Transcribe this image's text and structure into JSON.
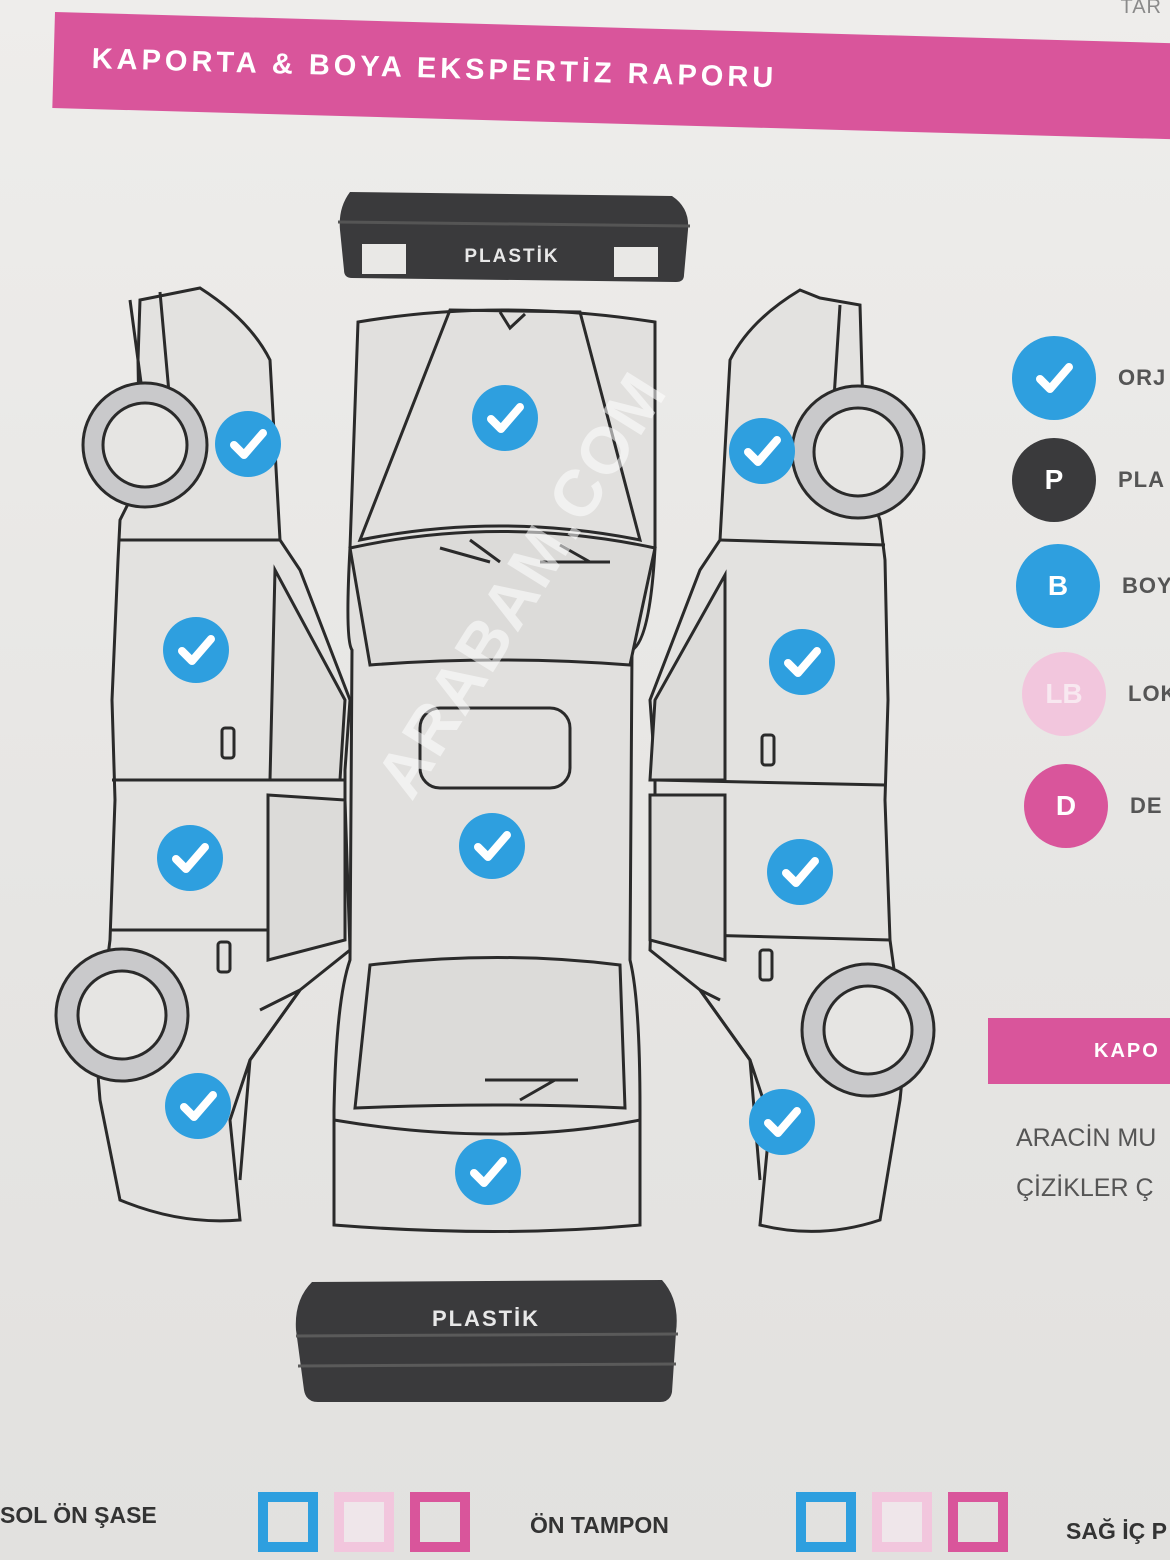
{
  "header": {
    "title": "KAPORTA & BOYA EKSPERTİZ RAPORU",
    "corner_fragment": "TAR"
  },
  "bumpers": {
    "rear_label": "PLASTİK",
    "front_label": "PLASTİK"
  },
  "legend": [
    {
      "symbol": "check",
      "label": "ORJ",
      "color": "#2e9fdf",
      "icon": "check-icon"
    },
    {
      "symbol": "P",
      "label": "PLA",
      "color": "#3a3a3c"
    },
    {
      "symbol": "B",
      "label": "BOY",
      "color": "#2e9fdf"
    },
    {
      "symbol": "LB",
      "label": "LOK",
      "color": "#f2c6dd"
    },
    {
      "symbol": "D",
      "label": "DE",
      "color": "#d9559b"
    }
  ],
  "panels": [
    {
      "name": "left-rear-fender",
      "status": "check"
    },
    {
      "name": "left-rear-door",
      "status": "check"
    },
    {
      "name": "left-front-door",
      "status": "check"
    },
    {
      "name": "left-front-fender",
      "status": "check"
    },
    {
      "name": "trunk",
      "status": "check"
    },
    {
      "name": "roof",
      "status": "check"
    },
    {
      "name": "hood",
      "status": "check"
    },
    {
      "name": "right-rear-fender",
      "status": "check"
    },
    {
      "name": "right-rear-door",
      "status": "check"
    },
    {
      "name": "right-front-door",
      "status": "check"
    },
    {
      "name": "right-front-fender",
      "status": "check"
    }
  ],
  "side_section": {
    "band_label": "KAPO",
    "line1": "ARACİN MU",
    "line2": "ÇİZİKLER Ç"
  },
  "bottom_row": {
    "labels": [
      "SOL ÖN ŞASE",
      "ÖN TAMPON",
      "SAĞ İÇ P"
    ],
    "box_colors": [
      "#2e9fdf",
      "#f2c6dd",
      "#d9559b"
    ]
  },
  "watermark": "ARABAM.COM",
  "colors": {
    "accent_pink": "#d9559b",
    "check_blue": "#2e9fdf",
    "dark": "#3a3a3c"
  }
}
